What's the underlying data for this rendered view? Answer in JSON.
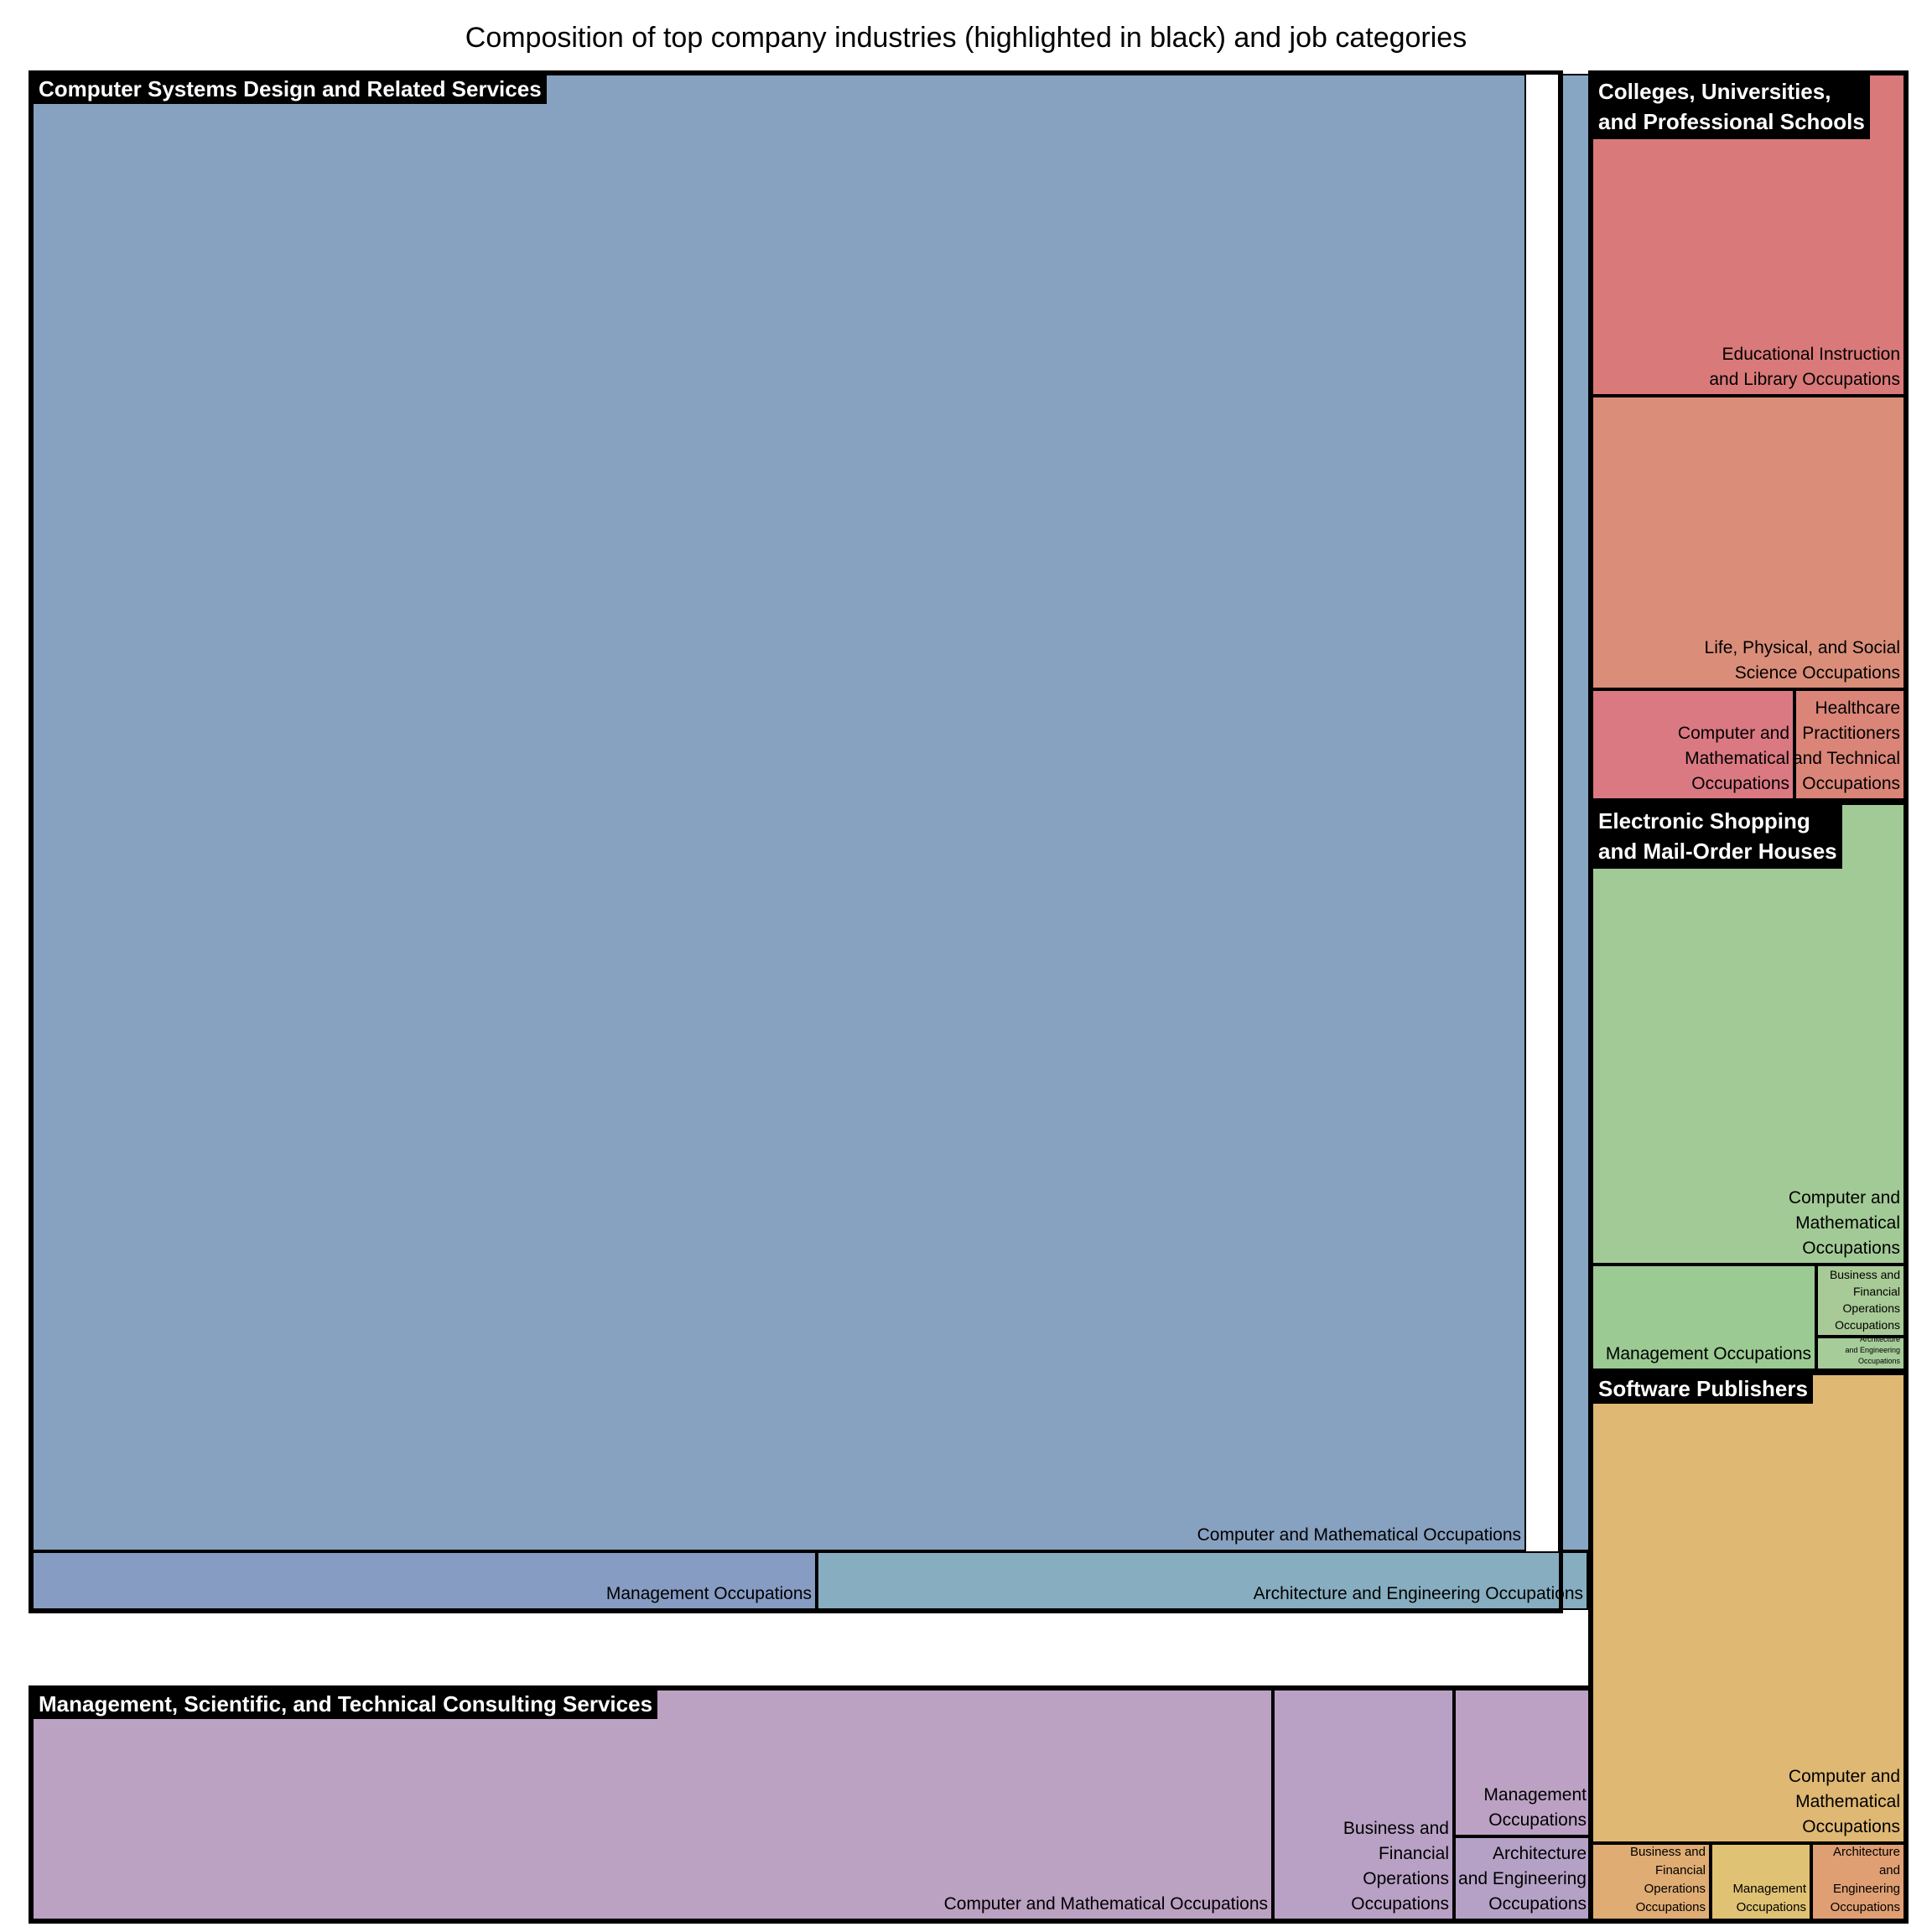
{
  "chart_data": {
    "type": "treemap",
    "title": "Composition of top company industries (highlighted in black) and job categories",
    "groups": [
      {
        "name": "Computer Systems Design and Related Services",
        "label_lines": [
          "Computer Systems Design and Related Services"
        ],
        "color": "#87A1C0",
        "items": [
          {
            "name": "Computer and Mathematical Occupations",
            "label_lines": [
              "Computer and Mathematical Occupations"
            ],
            "value": 1554,
            "color": "#87A1C0"
          },
          {
            "name": "",
            "label_lines": [],
            "value": 33,
            "color": "#87A6C3"
          },
          {
            "name": "Management Occupations",
            "label_lines": [
              "Management Occupations"
            ],
            "value": 46,
            "color": "#879CC3"
          },
          {
            "name": "Architecture and Engineering Occupations",
            "label_lines": [
              "Architecture and Engineering Occupations"
            ],
            "value": 46,
            "color": "#87AEC0"
          }
        ]
      },
      {
        "name": "Management, Scientific, and Technical Consulting Services",
        "label_lines": [
          "Management, Scientific, and Technical Consulting Services"
        ],
        "color": "#BBA1C2",
        "items": [
          {
            "name": "Computer and Mathematical Occupations",
            "label_lines": [
              "Computer and Mathematical Occupations"
            ],
            "value": 191,
            "color": "#BBA1C2"
          },
          {
            "name": "Business and Financial Operations Occupations",
            "label_lines": [
              "Business and",
              "Financial",
              "Operations",
              "Occupations"
            ],
            "value": 29,
            "color": "#B8A1C5"
          },
          {
            "name": "Management Occupations",
            "label_lines": [
              "Management",
              "Occupations"
            ],
            "value": 14,
            "color": "#BCA1C4"
          },
          {
            "name": "Architecture and Engineering Occupations",
            "label_lines": [
              "Architecture",
              "and Engineering",
              "Occupations"
            ],
            "value": 13,
            "color": "#B5A1C6"
          }
        ]
      },
      {
        "name": "Colleges, Universities, and Professional Schools",
        "label_lines": [
          "Colleges, Universities,",
          "and Professional Schools"
        ],
        "color": "#DA7979",
        "items": [
          {
            "name": "Educational Instruction and Library Occupations",
            "label_lines": [
              "Educational Instruction",
              "and Library Occupations"
            ],
            "value": 88,
            "color": "#DA7979"
          },
          {
            "name": "Life, Physical, and Social Science Occupations",
            "label_lines": [
              "Life, Physical, and Social",
              "Science Occupations"
            ],
            "value": 86,
            "color": "#DA8E79"
          },
          {
            "name": "Computer and Mathematical Occupations",
            "label_lines": [
              "Computer and",
              "Mathematical",
              "Occupations"
            ],
            "value": 21,
            "color": "#DA7982"
          },
          {
            "name": "Healthcare Practitioners and Technical Occupations",
            "label_lines": [
              "Healthcare",
              "Practitioners",
              "and Technical",
              "Occupations"
            ],
            "value": 11,
            "color": "#DA8578"
          }
        ]
      },
      {
        "name": "Electronic Shopping and Mail-Order Houses",
        "label_lines": [
          "Electronic Shopping",
          "and Mail-Order Houses"
        ],
        "color": "#A2CA96",
        "items": [
          {
            "name": "Computer and Mathematical Occupations",
            "label_lines": [
              "Computer and",
              "Mathematical",
              "Occupations"
            ],
            "value": 136,
            "color": "#A2CA96"
          },
          {
            "name": "Management Occupations",
            "label_lines": [
              "Management Occupations"
            ],
            "value": 15,
            "color": "#9BCA93"
          },
          {
            "name": "Business and Financial Operations Occupations",
            "label_lines": [
              "Business and",
              "Financial",
              "Operations",
              "Occupations"
            ],
            "value": 6,
            "color": "#A8CA96"
          },
          {
            "name": "Architecture and Engineering Occupations",
            "label_lines": [
              "Architecture",
              "and Engineering",
              "Occupations"
            ],
            "value": 3,
            "color": "#A6CC9A"
          }
        ]
      },
      {
        "name": "Software Publishers",
        "label_lines": [
          "Software Publishers"
        ],
        "color": "#DFB873",
        "items": [
          {
            "name": "Computer and Mathematical Occupations",
            "label_lines": [
              "Computer and",
              "Mathematical",
              "Occupations"
            ],
            "value": 140,
            "color": "#DFB873"
          },
          {
            "name": "Business and Financial Operations Occupations",
            "label_lines": [
              "Business and",
              "Financial",
              "Operations",
              "Occupations"
            ],
            "value": 11,
            "color": "#DFAC73"
          },
          {
            "name": "Management Occupations",
            "label_lines": [
              "Management",
              "Occupations"
            ],
            "value": 9,
            "color": "#DFC273"
          },
          {
            "name": "Architecture and Engineering Occupations",
            "label_lines": [
              "Architecture",
              "and",
              "Engineering",
              "Occupations"
            ],
            "value": 8,
            "color": "#DF9F73"
          }
        ]
      }
    ]
  }
}
